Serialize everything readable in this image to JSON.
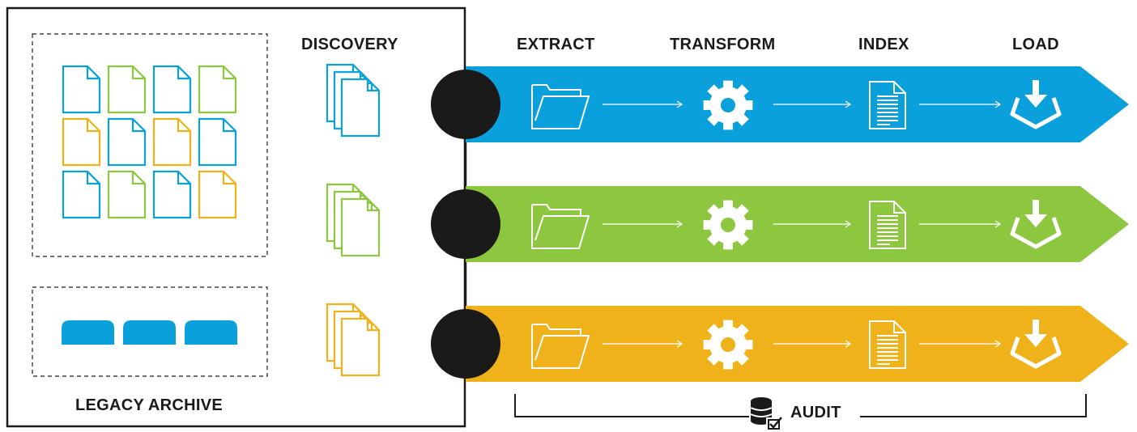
{
  "archive": {
    "label": "LEGACY ARCHIVE"
  },
  "stages": {
    "discovery": "DISCOVERY",
    "extract": "EXTRACT",
    "transform": "TRANSFORM",
    "index": "INDEX",
    "load": "LOAD"
  },
  "audit": {
    "label": "AUDIT",
    "icon": "database-check-icon"
  },
  "colors": {
    "blue": "#0aa0dc",
    "green": "#8dc63f",
    "orange": "#f0b21b",
    "dark": "#1a1a1a"
  },
  "archive_documents": [
    [
      "blue",
      "green",
      "blue",
      "green"
    ],
    [
      "orange",
      "blue",
      "orange",
      "blue"
    ],
    [
      "blue",
      "green",
      "blue",
      "orange"
    ]
  ],
  "archive_tapes": [
    "blue",
    "blue",
    "blue"
  ],
  "pipelines": [
    {
      "color": "blue",
      "steps": [
        "folder-icon",
        "gear-icon",
        "document-icon",
        "download-tray-icon"
      ]
    },
    {
      "color": "green",
      "steps": [
        "folder-icon",
        "gear-icon",
        "document-icon",
        "download-tray-icon"
      ]
    },
    {
      "color": "orange",
      "steps": [
        "folder-icon",
        "gear-icon",
        "document-icon",
        "download-tray-icon"
      ]
    }
  ]
}
